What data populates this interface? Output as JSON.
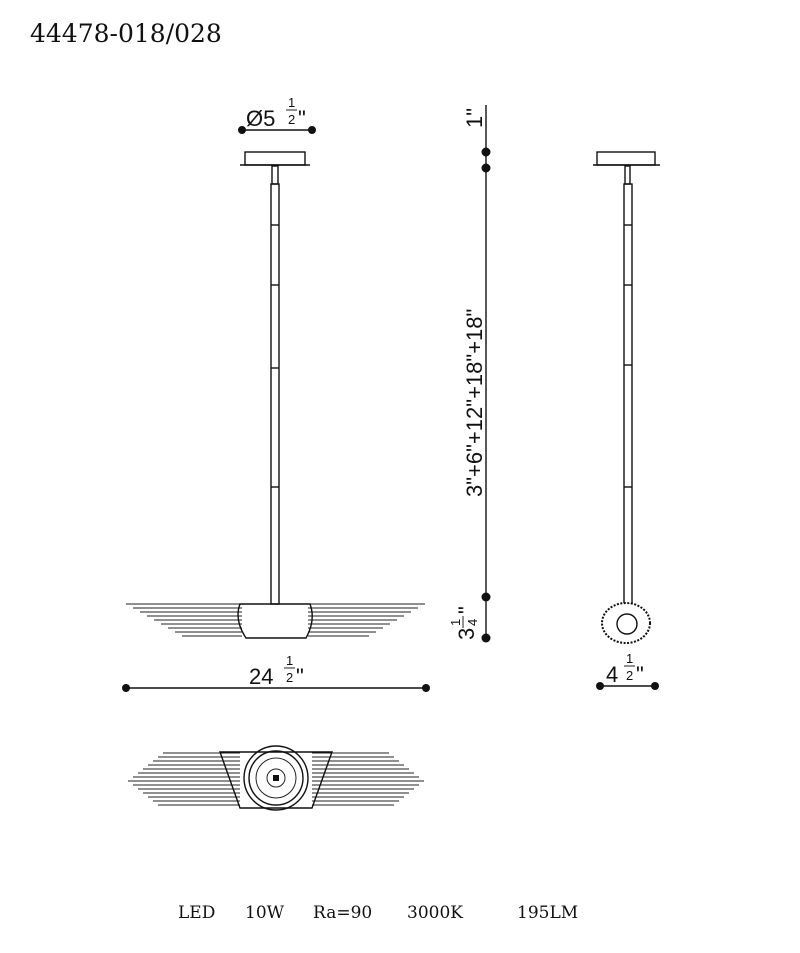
{
  "title": "44478-018/028",
  "dimensions": {
    "canopy_diameter": {
      "prefix": "Ø5",
      "num": "1",
      "den": "2",
      "suffix": "\""
    },
    "canopy_height": "1\"",
    "rod_lengths": "3\"+6\"+12\"+18\"+18\"",
    "shade_height": {
      "prefix": "3",
      "num": "1",
      "den": "4",
      "suffix": "\""
    },
    "width": {
      "prefix": "24",
      "num": "1",
      "den": "2",
      "suffix": "\""
    },
    "depth": {
      "prefix": "4",
      "num": "1",
      "den": "2",
      "suffix": "\""
    }
  },
  "specs": [
    "LED",
    "10W",
    "Ra=90",
    "3000K",
    "195LM"
  ]
}
